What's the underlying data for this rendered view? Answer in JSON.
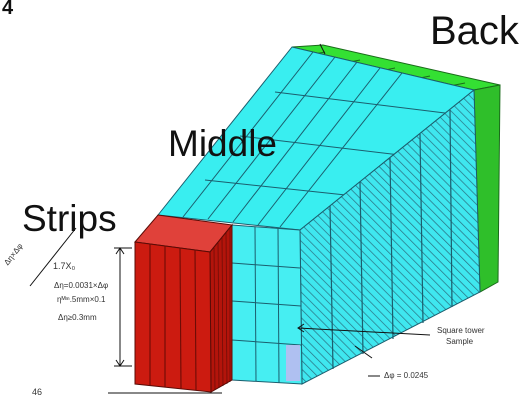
{
  "figure": {
    "corner_mark": "4",
    "labels": {
      "back": "Back",
      "middle": "Middle",
      "strips": "Strips"
    },
    "annotations": {
      "diagonal": "Δη×Δφ",
      "strip_lines": [
        "1.7X₀",
        "Δη=0.0031×Δφ",
        "ηᴹᶦⁿ.5mm×0.1",
        "Δη≥0.3mm"
      ],
      "square_sample": [
        "Square tower",
        "Sample"
      ],
      "back_dim": "Δφ = 0.0245",
      "bottom_left": "46",
      "bottom_edge": "..."
    },
    "colors": {
      "back": "#2ee62e",
      "middle": "#39eef0",
      "strips": "#cc1b10"
    }
  }
}
